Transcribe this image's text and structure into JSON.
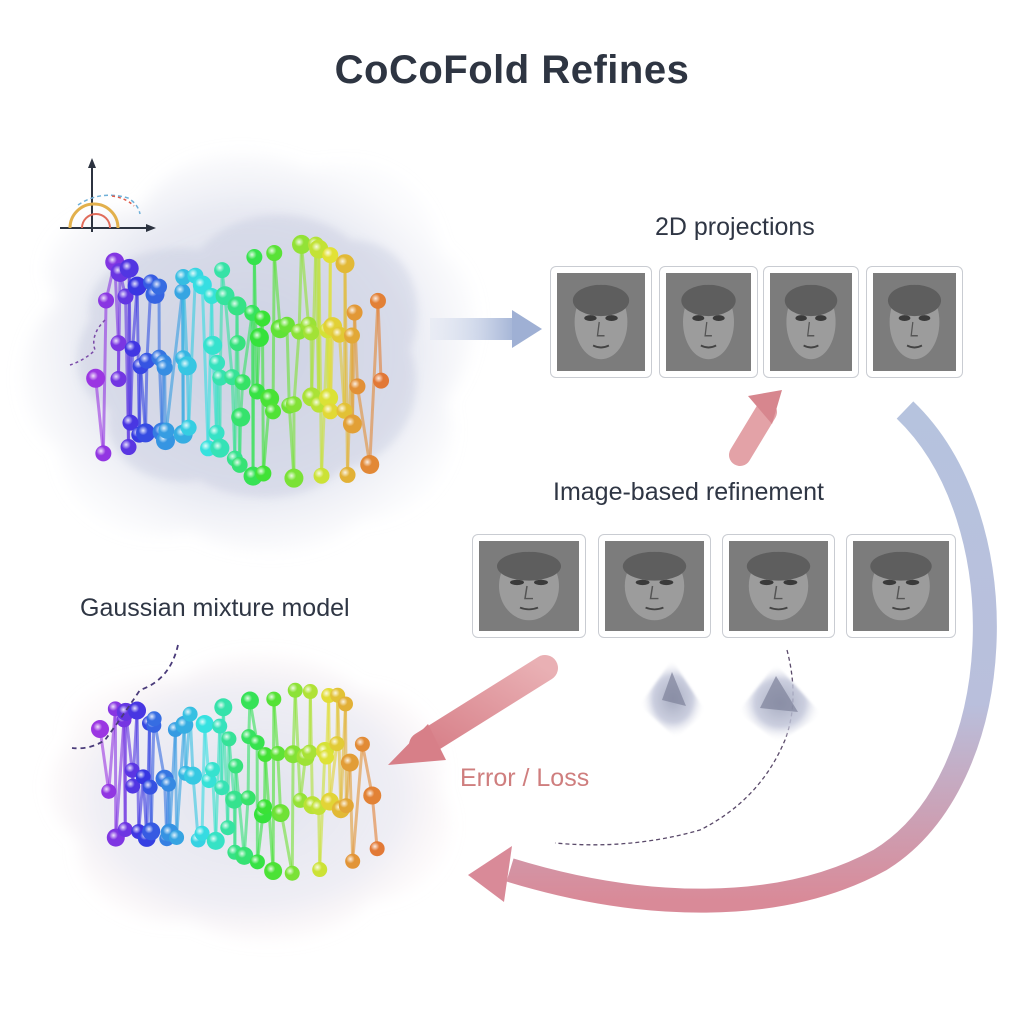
{
  "title": "CoCoFold Refines",
  "labels": {
    "projections": "2D projections",
    "refinement": "Image-based refinement",
    "gmm": "Gaussian mixture model",
    "loss": "Error / Loss"
  },
  "icons": {
    "axes": "axes-chart-icon",
    "face": "face-projection-icon",
    "mini_map": "density-map-icon"
  },
  "colors": {
    "title": "#2e3542",
    "text": "#2f3644",
    "loss_text": "#cf7e7e",
    "arrow_blue": "#a9b7d6",
    "arrow_red": "#d98a90",
    "cloud": "#c9cde0"
  }
}
